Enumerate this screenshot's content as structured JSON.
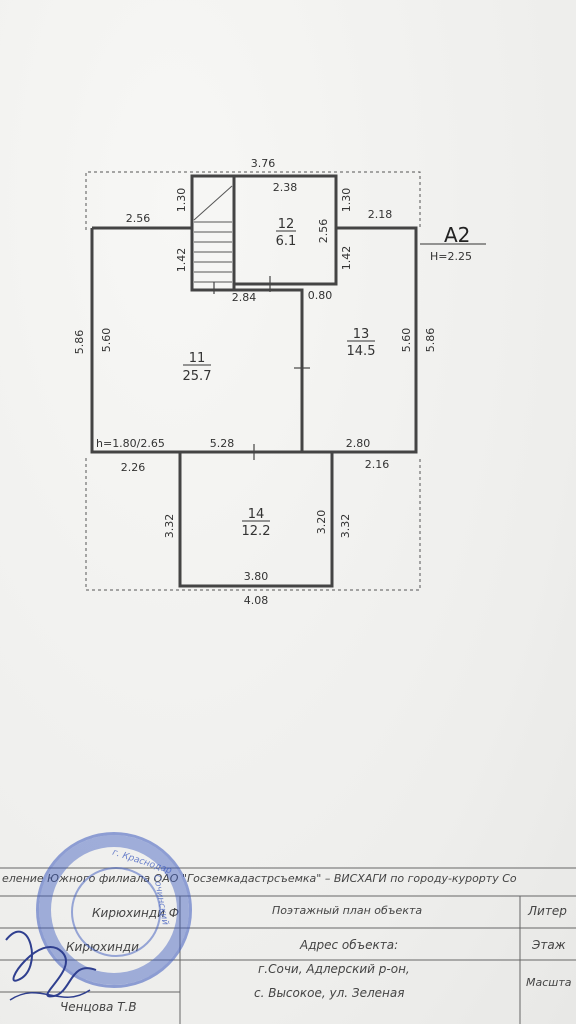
{
  "plan": {
    "sheet_label": "А2",
    "height_label": "H=2.25",
    "rooms": [
      {
        "number": "11",
        "area": "25.7"
      },
      {
        "number": "12",
        "area": "6.1"
      },
      {
        "number": "13",
        "area": "14.5"
      },
      {
        "number": "14",
        "area": "12.2"
      }
    ],
    "dimensions": {
      "top_outer": "3.76",
      "room12_width": "2.38",
      "stair_left_height": "1.30",
      "right_top_height": "1.30",
      "room12_height": "2.56",
      "left_upper_width": "2.56",
      "right_upper_width": "2.18",
      "left_step_height": "1.42",
      "right_step_height": "1.42",
      "room12_bottom_left": "2.84",
      "room12_bottom_right": "0.80",
      "outer_left_height": "5.86",
      "room11_height": "5.60",
      "room13_height": "5.60",
      "outer_right_height": "5.86",
      "room11_ceiling": "h=1.80/2.65",
      "room11_bottom": "5.28",
      "room13_bottom": "2.80",
      "left_lower_width": "2.26",
      "right_lower_width": "2.16",
      "outer_left_lower": "3.32",
      "room14_height": "3.20",
      "outer_right_lower": "3.32",
      "room14_width": "3.80",
      "bottom_outer": "4.08"
    }
  },
  "title_block": {
    "organization": "еление Южного филиала ОАО \"Госземкадастрсъемка\" – ВИСХАГИ по городу-курорту Со",
    "name_1": "Кирюхинди Ф",
    "name_2": "Кирюхинди",
    "name_3": "Ченцова Т.В",
    "document_title": "Поэтажный план объекта",
    "address_label": "Адрес объекта:",
    "address_line_1": "г.Сочи, Адлерский р-он,",
    "address_line_2": "с. Высокое, ул. Зеленая",
    "col_litera": "Литер",
    "col_etazh": "Этаж",
    "col_masshtab": "Масшта"
  },
  "stamp": {
    "text_1": "г. Краснодар",
    "text_2": "Сочинский"
  }
}
